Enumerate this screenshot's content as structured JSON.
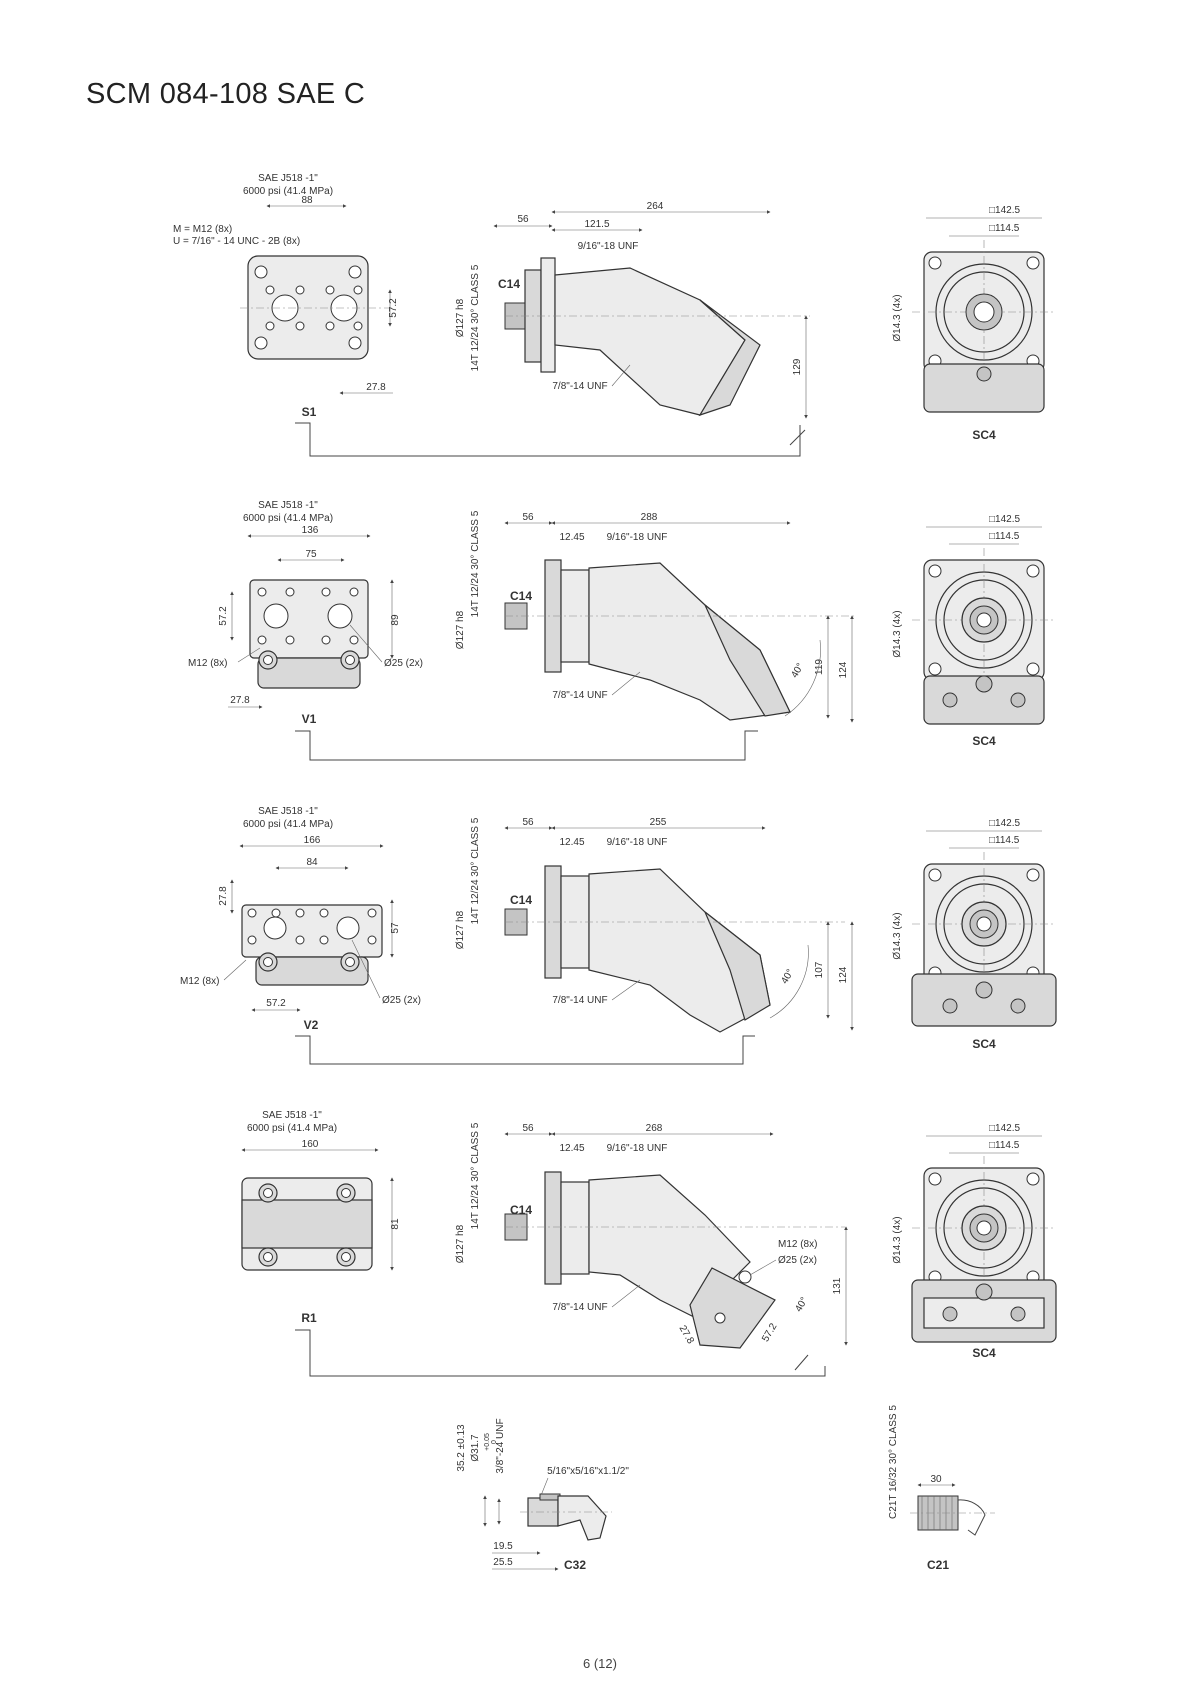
{
  "title": "SCM 084-108 SAE C",
  "page_number": "6 (12)",
  "port_spec": {
    "line1": "SAE J518 -1\"",
    "line2": "6000 psi (41.4 MPa)"
  },
  "common": {
    "spline": "14T 12/24 30° CLASS 5",
    "pilot": "Ø127 h8",
    "shaft_code": "C14",
    "drain_thread": "7/8\"-14 UNF",
    "gauge_thread": "9/16\"-18 UNF",
    "flange_outer": "□142.5",
    "flange_inner": "□114.5",
    "flange_holes": "Ø14.3 (4x)",
    "flange_code": "SC4",
    "dim_56": "56",
    "dim_1245": "12.45",
    "angle": "40°",
    "dim_124": "124",
    "m12_8x": "M12 (8x)",
    "d25_2x": "Ø25 (2x)",
    "d25_2x_tight": "Ø25 (2x)"
  },
  "s1": {
    "code": "S1",
    "thread_m": "M = M12 (8x)",
    "thread_u": "U = 7/16\" - 14 UNC - 2B (8x)",
    "d88": "88",
    "d572": "57.2",
    "d278": "27.8",
    "d264": "264",
    "d1215": "121.5",
    "d129": "129"
  },
  "v1": {
    "code": "V1",
    "d136": "136",
    "d75": "75",
    "d572": "57.2",
    "d89": "89",
    "d278": "27.8",
    "d288": "288",
    "d119": "119"
  },
  "v2": {
    "code": "V2",
    "d166": "166",
    "d84": "84",
    "d278": "27.8",
    "d57": "57",
    "d572": "57.2",
    "d255": "255",
    "d107": "107"
  },
  "r1": {
    "code": "R1",
    "d160": "160",
    "d81": "81",
    "d268": "268",
    "d131": "131",
    "d572": "57.2",
    "d278": "27.8"
  },
  "c32": {
    "code": "C32",
    "d352": "35.2 ±0.13",
    "d317": "Ø31.7",
    "tol_hi": "+0.05",
    "tol_lo": "0",
    "thread": "3/8\"-24 UNF",
    "key": "5/16\"x5/16\"x1.1/2\"",
    "d195": "19.5",
    "d255": "25.5"
  },
  "c21": {
    "code": "C21",
    "spline": "C21T 16/32 30° CLASS 5",
    "d30": "30"
  }
}
